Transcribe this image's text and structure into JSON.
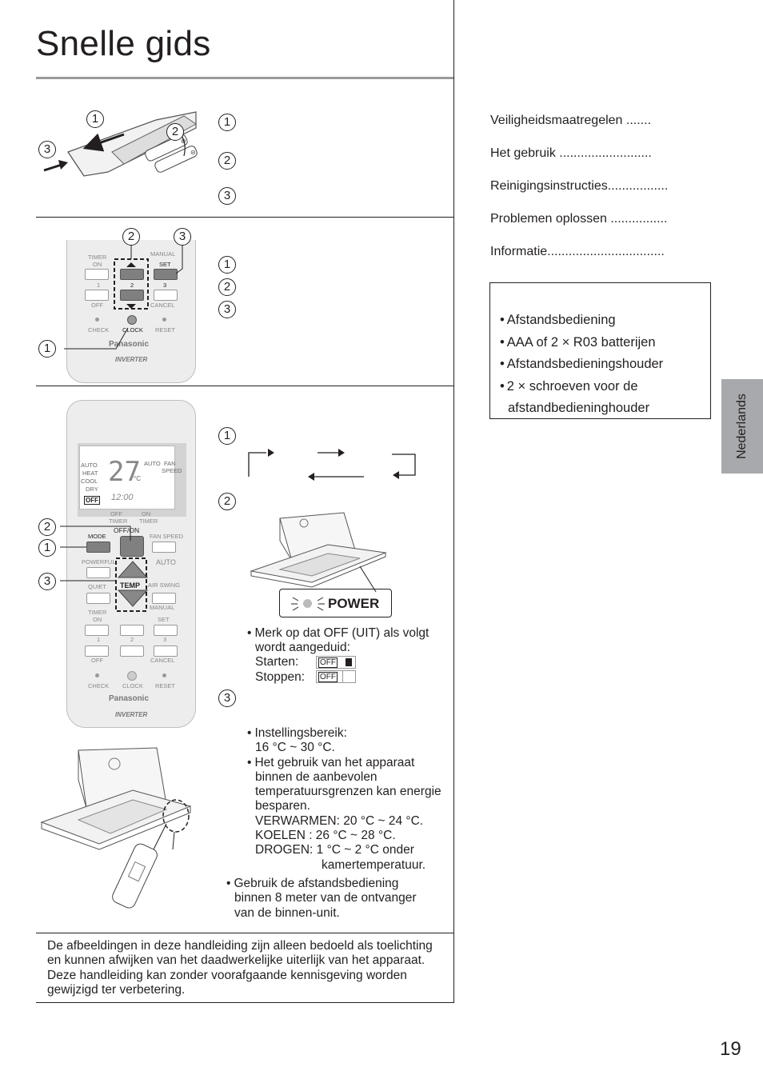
{
  "page_title": "Snelle gids",
  "page_number": "19",
  "language_tab": "Nederlands",
  "toc": [
    "Veiligheidsmaatregelen .......",
    "Het gebruik ..........................",
    "Reinigingsinstructies.................",
    "Problemen oplossen ................",
    "Informatie................................."
  ],
  "accessories": [
    "Afstandsbediening",
    "AAA of 2 × R03 batterijen",
    "Afstandsbedieningshouder",
    "2 × schroeven voor de afstandbedieninghouder"
  ],
  "markers": {
    "one": "1",
    "two": "2",
    "three": "3"
  },
  "remote_labels": {
    "timer": "TIMER",
    "on": "ON",
    "off": "OFF",
    "manual": "MANUAL",
    "set": "SET",
    "cancel": "CANCEL",
    "check": "CHECK",
    "clock": "CLOCK",
    "reset": "RESET",
    "brand": "Panasonic",
    "inverter": "INVERTER",
    "n1": "1",
    "n2": "2",
    "n3": "3",
    "auto": "AUTO",
    "heat": "HEAT",
    "cool": "COOL",
    "dry": "DRY",
    "fan_speed": "FAN SPEED",
    "fan": "FAN",
    "speed": "SPEED",
    "temp_display": "27",
    "deg_c": "°C",
    "clock_display": "12:00",
    "off_timer": "OFF TIMER",
    "on_timer": "ON TIMER",
    "off_on": "OFF/ON",
    "mode": "MODE",
    "powerful": "POWERFUL",
    "quiet": "QUIET",
    "temp": "TEMP",
    "air_swing": "AIR SWING"
  },
  "power_indicator": "POWER",
  "off_note": "Merk op dat OFF (UIT) als volgt wordt aangeduid:",
  "off_start": "Starten:",
  "off_stop": "Stoppen:",
  "temp_notes": {
    "range": "Instellingsbereik:",
    "range_val": "16 °C ~ 30 °C.",
    "advice": "Het gebruik van het apparaat binnen de aanbevolen temperatuursgrenzen kan energie besparen.",
    "heat": "VERWARMEN: 20 °C ~ 24 °C.",
    "cool": "KOELEN : 26 °C ~ 28 °C.",
    "dry": "DROGEN: 1 °C ~ 2 °C onder",
    "dry2": "kamertemperatuur.",
    "distance": "Gebruik de afstandsbediening binnen 8 meter van de ontvanger van de binnen-unit."
  },
  "footer": "De afbeeldingen in deze handleiding zijn alleen bedoeld als toelichting en kunnen afwijken van het daadwerkelijke uiterlijk van het apparaat. Deze handleiding kan zonder voorafgaande kennisgeving worden gewijzigd ter verbetering."
}
